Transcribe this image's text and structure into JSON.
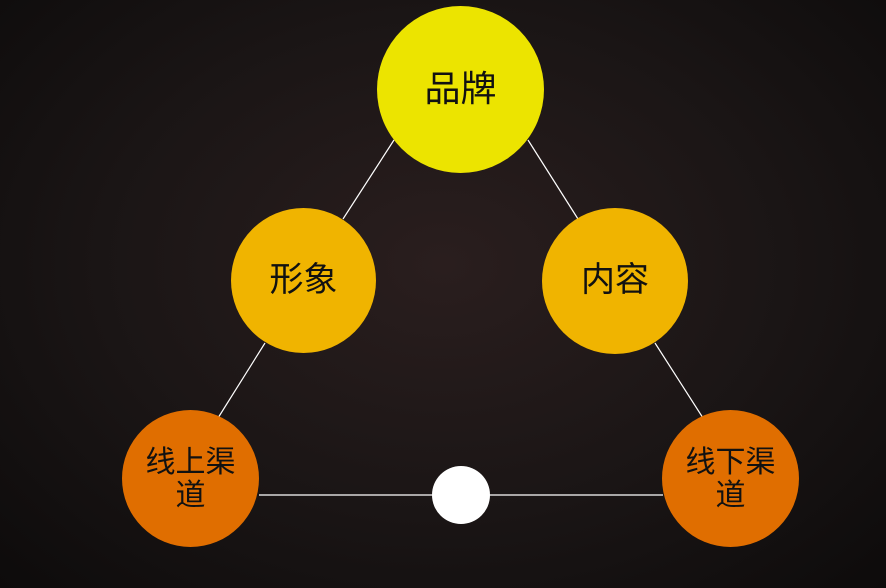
{
  "diagram": {
    "nodes": {
      "brand": {
        "label": "品牌",
        "color": "#ece400"
      },
      "image": {
        "label": "形象",
        "color": "#f0b400"
      },
      "content": {
        "label": "内容",
        "color": "#f0b400"
      },
      "online": {
        "label": "线上渠道",
        "color": "#e06e00"
      },
      "offline": {
        "label": "线下渠道",
        "color": "#e06e00"
      },
      "center": {
        "label": "",
        "color": "#ffffff"
      }
    },
    "line_color": "#ffffff",
    "background_color": "#1a1515"
  }
}
